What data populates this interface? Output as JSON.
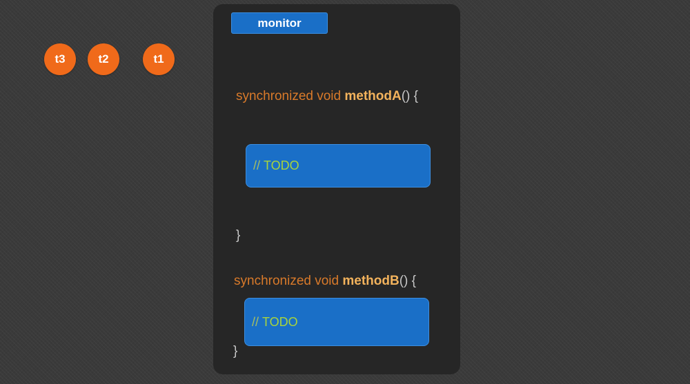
{
  "threads": [
    {
      "id": "t3",
      "label": "t3"
    },
    {
      "id": "t2",
      "label": "t2"
    },
    {
      "id": "t1",
      "label": "t1"
    }
  ],
  "monitor": {
    "label": "monitor"
  },
  "methodA": {
    "keywords": "synchronized void",
    "name": "methodA",
    "open": "() {",
    "comment_marker": "//",
    "body": "TODO",
    "close": "}"
  },
  "methodB": {
    "keywords": "synchronized void",
    "name": "methodB",
    "open": "() {",
    "comment_marker": "//",
    "body": "TODO",
    "close": "}"
  },
  "colors": {
    "thread": "#f06a1a",
    "monitor_tag": "#1a6fc7",
    "panel": "#262626",
    "keyword": "#d97a2a",
    "method_name": "#f2b25c",
    "todo": "#a8d43c"
  },
  "icons": {
    "thread": "circle-badge"
  }
}
